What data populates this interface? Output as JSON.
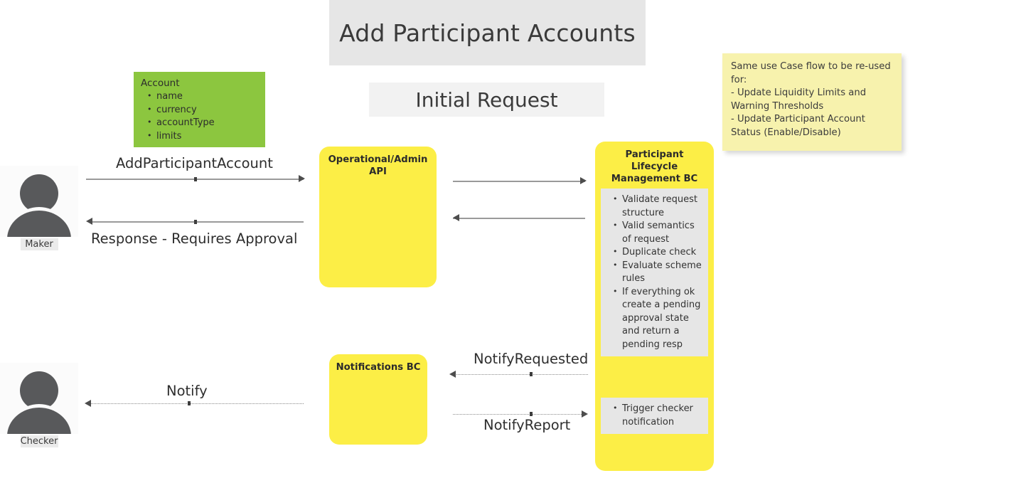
{
  "diagram": {
    "title": "Add Participant Accounts",
    "subtitle": "Initial Request"
  },
  "account_card": {
    "header": "Account",
    "fields": [
      "name",
      "currency",
      "accountType",
      "limits"
    ]
  },
  "sticky_note": {
    "lines": [
      "Same use Case flow to be re-used for:",
      "- Update Liquidity Limits and Warning Thresholds",
      "- Update Participant Account Status (Enable/Disable)"
    ]
  },
  "actors": [
    {
      "name": "Maker",
      "icon": "person-icon"
    },
    {
      "name": "Checker",
      "icon": "person-icon"
    }
  ],
  "components": {
    "api": {
      "title": "Operational/Admin API"
    },
    "notifications": {
      "title": "Notifications BC"
    },
    "plm": {
      "title": "Participant Lifecycle Management BC",
      "steps_primary": [
        "Validate request structure",
        "Valid semantics of request",
        "Duplicate check",
        "Evaluate scheme rules",
        "If everything ok create a pending approval state and return a pending resp"
      ],
      "steps_secondary": [
        "Trigger checker notification"
      ]
    }
  },
  "messages": {
    "add_participant_account": "AddParticipantAccount",
    "response_requires_approval": "Response - Requires Approval",
    "notify_requested": "NotifyRequested",
    "notify_report": "NotifyReport",
    "notify": "Notify"
  },
  "colors": {
    "green": "#8cc63f",
    "yellow": "#fcee46",
    "sticky": "#f7f2ad",
    "gray_title": "#e6e6e6",
    "gray_sub": "#f2f2f2",
    "actor": "#58595b"
  }
}
